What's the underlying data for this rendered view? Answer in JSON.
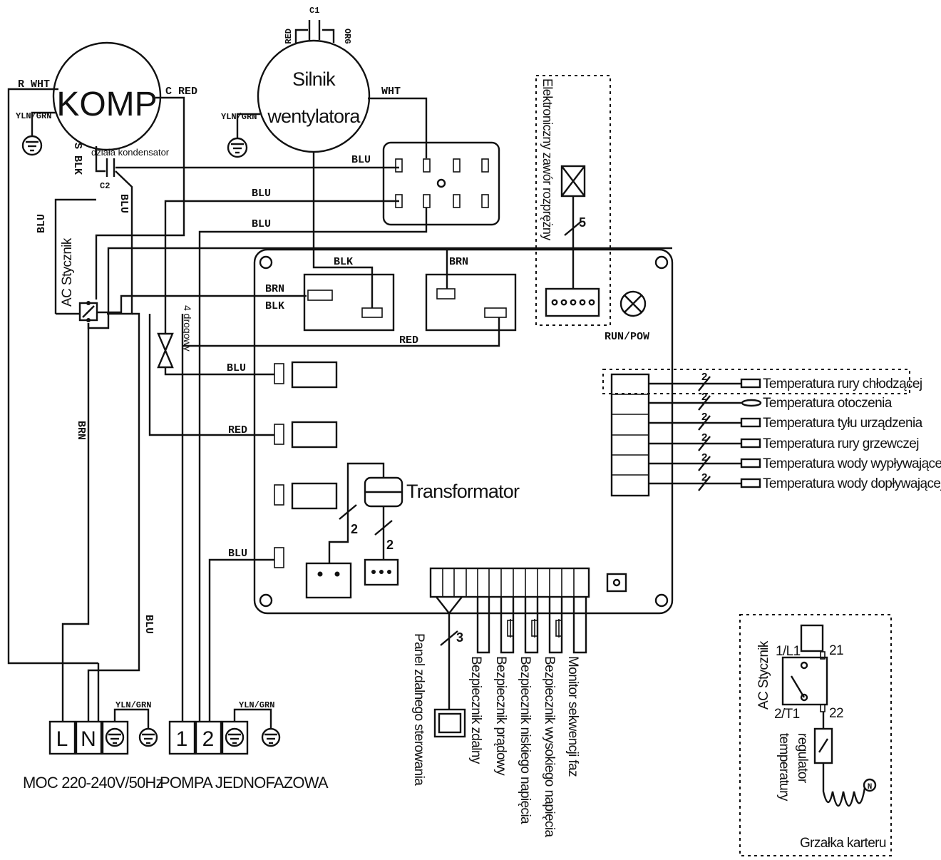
{
  "components": {
    "compressor": "KOMP",
    "fan_motor_line1": "Silnik",
    "fan_motor_line2": "wentylatora",
    "capacitor_c1": "C1",
    "capacitor_c2": "C2",
    "capacitor_note": "działa kondensator",
    "contactor": "AC Stycznik",
    "four_way_valve": "4 drogowy",
    "expansion_valve": "Elektroniczny zawór rozprężny",
    "transformer": "Transformator",
    "run_pow": "RUN/POW"
  },
  "wires": {
    "r_wht": "R WHT",
    "c_red": "C RED",
    "s_blk": "S BLK",
    "yln_grn": "YLN/GRN",
    "red": "RED",
    "org": "ORG",
    "wht": "WHT",
    "blu": "BLU",
    "blk": "BLK",
    "brn": "BRN"
  },
  "wire_counts": {
    "two": "2",
    "three": "3",
    "five": "5"
  },
  "sensors": [
    "Temperatura rury chłodzącej",
    "Temperatura otoczenia",
    "Temperatura tyłu urządzenia",
    "Temperatura rury grzewczej",
    "Temperatura wody wypływającej",
    "Temperatura wody dopływającej"
  ],
  "protections": [
    "Panel zdalnego sterowania",
    "Bezpiecznik zdalny",
    "Bezpiecznik prądowy",
    "Bezpiecznik niskiego napięcia",
    "Bezpiecznik wysokiego napięcia",
    "Monitor sekwencji faz"
  ],
  "terminals": {
    "power": {
      "l": "L",
      "n": "N",
      "label": "MOC 220-240V/50Hz"
    },
    "pump": {
      "t1": "1",
      "t2": "2",
      "label": "POMPA JEDNOFAZOWA"
    }
  },
  "heater_box": {
    "contactor": "AC Stycznik",
    "l1": "1/L1",
    "t1": "2/T1",
    "pin21": "21",
    "pin22": "22",
    "thermostat_line1": "regulator",
    "thermostat_line2": "temperatury",
    "heater_symbol": "N",
    "heater": "Grzałka karteru"
  }
}
